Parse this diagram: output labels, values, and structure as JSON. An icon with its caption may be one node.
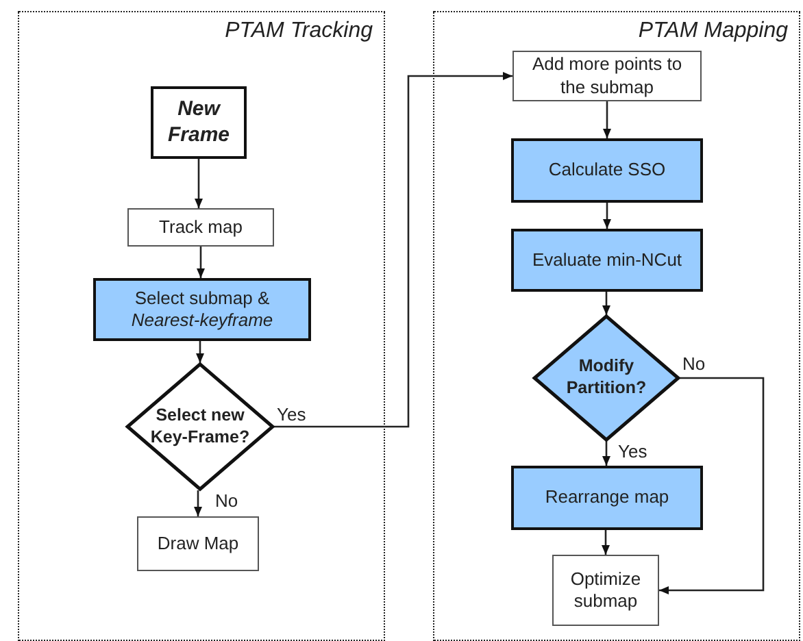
{
  "diagram": {
    "nodes": [
      {
        "text": [
          "PTAM Tracking"
        ]
      },
      {
        "text": [
          "New Frame"
        ],
        "in": 0
      },
      {
        "text": [
          "Track map"
        ],
        "in": 0
      },
      {
        "text": [
          "Select submap & *Nearest-keyframe*"
        ],
        "in": 0
      },
      {
        "text": [
          "Select new Key-Frame?"
        ],
        "in": 0
      },
      {
        "text": [
          "Draw Map"
        ],
        "in": 0
      },
      {
        "text": [
          "PTAM Mapping"
        ]
      },
      {
        "text": [
          "Add more points to the submap"
        ],
        "in": 6
      },
      {
        "text": [
          "Calculate SSO"
        ],
        "in": 6
      },
      {
        "text": [
          "Evaluate min-NCut"
        ],
        "in": 6
      },
      {
        "text": [
          "Modify Partition?"
        ],
        "in": 6
      },
      {
        "text": [
          "Rearrange map"
        ],
        "in": 6
      },
      {
        "text": [
          "Optimize submap"
        ],
        "in": 6
      }
    ],
    "edges": [
      {
        "from": 1,
        "to": 2,
        "arrow": "to"
      },
      {
        "from": 2,
        "to": 3,
        "arrow": "to"
      },
      {
        "from": 3,
        "to": 4,
        "arrow": "to"
      },
      {
        "from": 4,
        "to": 5,
        "arrow": "to",
        "label": "No"
      },
      {
        "from": 4,
        "to": 7,
        "arrow": "to",
        "label": "Yes"
      },
      {
        "from": 7,
        "to": 8,
        "arrow": "to"
      },
      {
        "from": 8,
        "to": 9,
        "arrow": "to"
      },
      {
        "from": 9,
        "to": 10,
        "arrow": "to"
      },
      {
        "from": 10,
        "to": 11,
        "arrow": "to",
        "label": "Yes"
      },
      {
        "from": 11,
        "to": 12,
        "arrow": "to"
      },
      {
        "from": 10,
        "to": 12,
        "arrow": "to",
        "label": "No"
      }
    ]
  }
}
